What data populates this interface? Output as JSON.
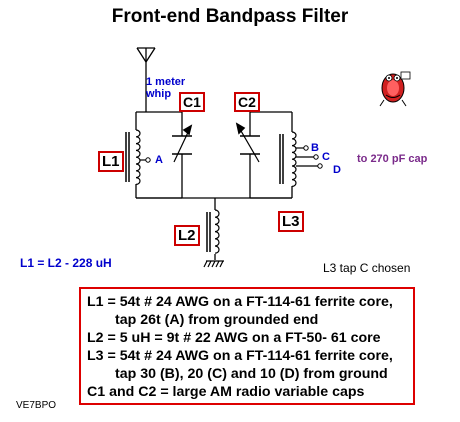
{
  "title": "Front-end Bandpass Filter",
  "antenna_label": [
    "1 meter",
    "whip"
  ],
  "components": {
    "c1": "C1",
    "c2": "C2",
    "l1": "L1",
    "l2": "L2",
    "l3": "L3"
  },
  "taps": {
    "a": "A",
    "b": "B",
    "c": "C",
    "d": "D"
  },
  "to_cap": "to 270 pF cap",
  "l1_l2": "L1 = L2 - 228 uH",
  "tap_chosen": "L3 tap C chosen",
  "notes": [
    "L1 = 54t # 24 AWG on a FT-114-61 ferrite core,",
    "tap 26t (A) from grounded end",
    "L2 = 5 uH = 9t # 22 AWG on a FT-50- 61 core",
    "L3 = 54t # 24 AWG on a FT-114-61 ferrite core,",
    "tap 30 (B), 20 (C) and 10 (D) from ground",
    "C1 and C2 = large AM radio variable caps"
  ],
  "callsign": "VE7BPO",
  "logo_icon": "cartoon-character-icon",
  "colors": {
    "box_red": "#cc0000",
    "label_blue": "#0000cc",
    "label_purple": "#7a2a8a",
    "wire": "#000000"
  }
}
